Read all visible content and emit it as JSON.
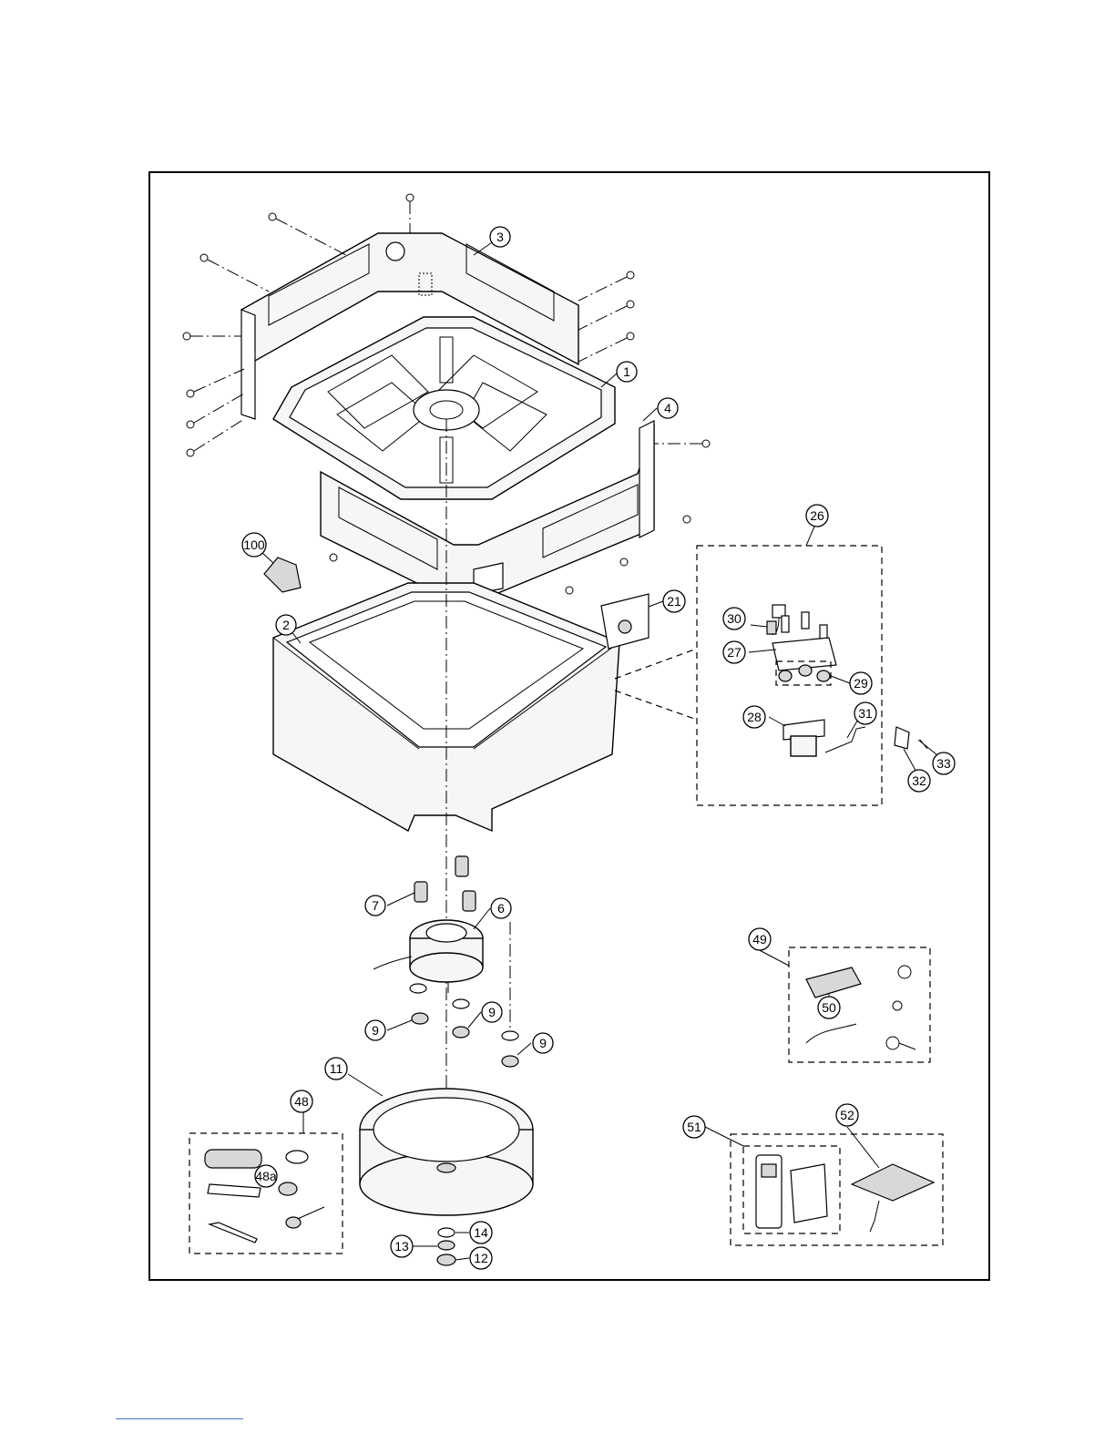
{
  "diagram": {
    "callouts": {
      "c1": "1",
      "c2": "2",
      "c3": "3",
      "c4": "4",
      "c6": "6",
      "c7": "7",
      "c9a": "9",
      "c9b": "9",
      "c9c": "9",
      "c11": "11",
      "c12": "12",
      "c13": "13",
      "c14": "14",
      "c21": "21",
      "c26": "26",
      "c27": "27",
      "c28": "28",
      "c29": "29",
      "c30": "30",
      "c31": "31",
      "c32": "32",
      "c33": "33",
      "c48": "48",
      "c48a": "48a",
      "c49": "49",
      "c50": "50",
      "c51": "51",
      "c52": "52",
      "c100": "100"
    }
  }
}
